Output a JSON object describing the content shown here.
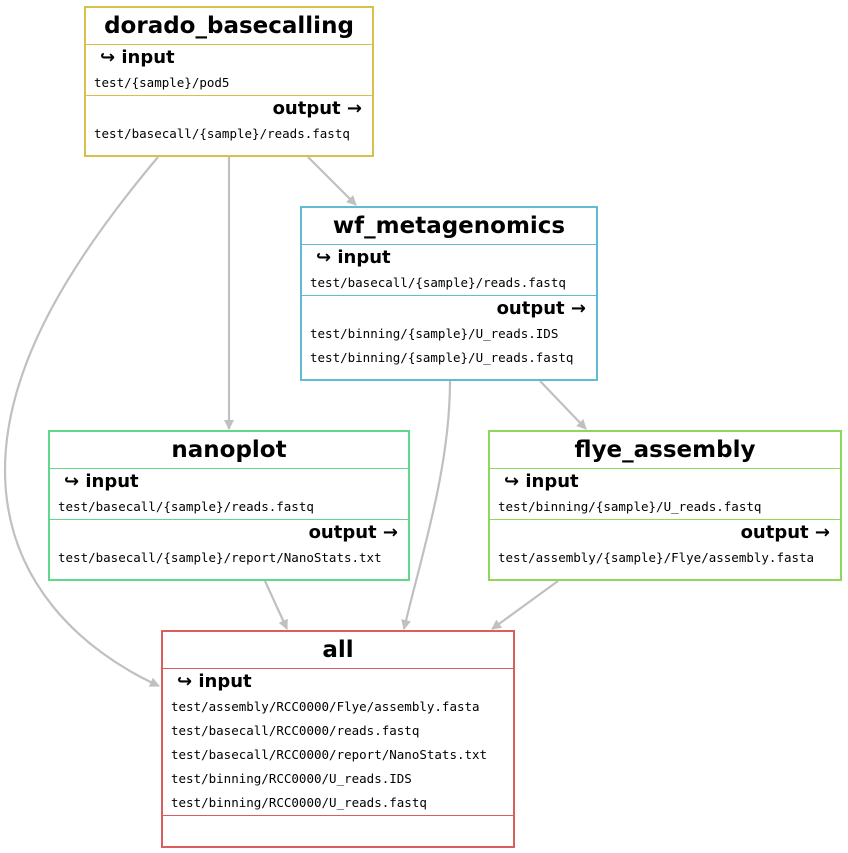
{
  "colors": {
    "edge": "#c0c0c0",
    "dorado_basecalling": "#d9c04d",
    "wf_metagenomics": "#5fbcd3",
    "nanoplot": "#62d68c",
    "flye_assembly": "#8ed65c",
    "all": "#d95f5f"
  },
  "input_label": "↪ input",
  "output_label": "output →",
  "nodes": {
    "dorado_basecalling": {
      "title": "dorado_basecalling",
      "inputs": [
        "test/{sample}/pod5"
      ],
      "outputs": [
        "test/basecall/{sample}/reads.fastq"
      ]
    },
    "wf_metagenomics": {
      "title": "wf_metagenomics",
      "inputs": [
        "test/basecall/{sample}/reads.fastq"
      ],
      "outputs": [
        "test/binning/{sample}/U_reads.IDS",
        "test/binning/{sample}/U_reads.fastq"
      ]
    },
    "nanoplot": {
      "title": "nanoplot",
      "inputs": [
        "test/basecall/{sample}/reads.fastq"
      ],
      "outputs": [
        "test/basecall/{sample}/report/NanoStats.txt"
      ]
    },
    "flye_assembly": {
      "title": "flye_assembly",
      "inputs": [
        "test/binning/{sample}/U_reads.fastq"
      ],
      "outputs": [
        "test/assembly/{sample}/Flye/assembly.fasta"
      ]
    },
    "all": {
      "title": "all",
      "inputs": [
        "test/assembly/RCC0000/Flye/assembly.fasta",
        "test/basecall/RCC0000/reads.fastq",
        "test/basecall/RCC0000/report/NanoStats.txt",
        "test/binning/RCC0000/U_reads.IDS",
        "test/binning/RCC0000/U_reads.fastq"
      ],
      "outputs": []
    }
  }
}
